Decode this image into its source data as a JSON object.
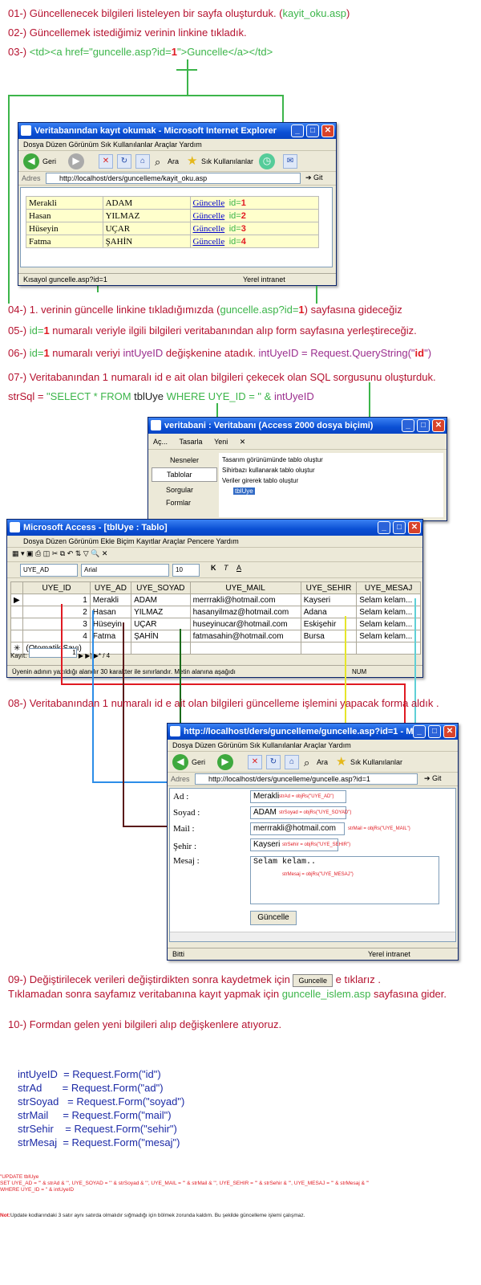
{
  "steps": {
    "s01a": "01-) Güncellenecek bilgileri listeleyen bir sayfa oluşturduk. (",
    "s01b": "kayit_oku.asp",
    "s01c": ")",
    "s02": "02-) Güncellemek istediğimiz verinin linkine tıkladık.",
    "s03a": "03-) ",
    "s03b": "<td><a href=\"guncelle.asp?id=",
    "s03c": "1",
    "s03d": "\">Guncelle</a></td>",
    "s04a": "04-) 1. verinin güncelle linkine tıkladığımızda (",
    "s04b": "guncelle.asp?id=",
    "s04c": "1",
    "s04d": ") sayfasına gideceğiz",
    "s05a": "05-) ",
    "s05b": "id=",
    "s05c": "1",
    "s05d": " numaralı veriyle ilgili bilgileri veritabanından alıp form sayfasına yerleştireceğiz.",
    "s06a": "06-) ",
    "s06b": "id=",
    "s06c": "1",
    "s06d": " numaralı veriyi ",
    "s06e": "intUyeID",
    "s06f": " değişkenine atadık. ",
    "s06g": "intUyeID = Request.QueryString(\"",
    "s06h": "id",
    "s06i": "\")",
    "s07": "07-) Veritabanından 1 numaralı id e ait olan bilgileri çekecek olan SQL sorgusunu oluşturduk.",
    "s07b1": "strSql = ",
    "s07b2": "\"SELECT * FROM ",
    "s07b3": "tblUye",
    "s07b4": " WHERE UYE_ID = \" & ",
    "s07b5": "intUyeID",
    "s08": "08-) Veritabanından 1 numaralı id e ait olan bilgileri güncelleme işlemini yapacak forma aldık .",
    "s09a": "09-) Değiştirilecek verileri değiştirdikten sonra kaydetmek için ",
    "s09btn": "Guncelle",
    "s09b": " e tıklarız .",
    "s09c": "Tıklamadan sonra sayfamız veritabanına kayıt yapmak için ",
    "s09d": "guncelle_islem.asp",
    "s09e": " sayfasına gider.",
    "s10": "10-) Formdan gelen yeni bilgileri alıp değişkenlere atıyoruz."
  },
  "ie1": {
    "title": "Veritabanından kayıt okumak - Microsoft Internet Explorer",
    "menu": "Dosya    Düzen    Görünüm    Sık Kullanılanlar    Araçlar    Yardım",
    "back": "Geri",
    "search": "Ara",
    "favs": "Sık Kullanılanlar",
    "addr_label": "Adres",
    "url": "http://localhost/ders/guncelleme/kayit_oku.asp",
    "go": "Git",
    "rows": [
      {
        "ad": "Merakli",
        "soyad": "ADAM",
        "link": "Güncelle",
        "id": "id=",
        "n": "1"
      },
      {
        "ad": "Hasan",
        "soyad": "YILMAZ",
        "link": "Güncelle",
        "id": "id=",
        "n": "2"
      },
      {
        "ad": "Hüseyin",
        "soyad": "UÇAR",
        "link": "Güncelle",
        "id": "id=",
        "n": "3"
      },
      {
        "ad": "Fatma",
        "soyad": "ŞAHİN",
        "link": "Güncelle",
        "id": "id=",
        "n": "4"
      }
    ],
    "status": "Kısayol guncelle.asp?id=1",
    "zone": "Yerel intranet"
  },
  "dbwin": {
    "title": "veritabani : Veritabanı (Access 2000 dosya biçimi)",
    "tb_open": "Aç...",
    "tb_design": "Tasarla",
    "tb_new": "Yeni",
    "nesneler": "Nesneler",
    "tablolar": "Tablolar",
    "sorgular": "Sorgular",
    "formlar": "Formlar",
    "items": [
      "Tasarım görünümünde tablo oluştur",
      "Sihirbazı kullanarak tablo oluştur",
      "Veriler girerek tablo oluştur"
    ],
    "tbl": "tblUye"
  },
  "access": {
    "title": "Microsoft Access - [tblUye : Tablo]",
    "menu": "Dosya   Düzen   Görünüm   Ekle   Biçim   Kayıtlar   Araçlar   Pencere   Yardım",
    "field": "UYE_AD",
    "font": "Arial",
    "size": "10",
    "headers": [
      "UYE_ID",
      "UYE_AD",
      "UYE_SOYAD",
      "UYE_MAIL",
      "UYE_SEHIR",
      "UYE_MESAJ"
    ],
    "rows": [
      [
        "1",
        "Merakli",
        "ADAM",
        "merrrakli@hotmail.com",
        "Kayseri",
        "Selam kelam..."
      ],
      [
        "2",
        "Hasan",
        "YILMAZ",
        "hasanyilmaz@hotmail.com",
        "Adana",
        "Selam kelam..."
      ],
      [
        "3",
        "Hüseyin",
        "UÇAR",
        "huseyinucar@hotmail.com",
        "Eskişehir",
        "Selam kelam..."
      ],
      [
        "4",
        "Fatma",
        "ŞAHİN",
        "fatmasahin@hotmail.com",
        "Bursa",
        "Selam kelam..."
      ]
    ],
    "newrow": "(Otomatik Sayı)",
    "nav_label": "Kayıt:",
    "nav_current": "1",
    "nav_total": "/ 4",
    "status": "Üyenin adının yazıldığı alandır 30 karakter ile sınırlandır. Metin alanına aşağıdı",
    "num": "NUM"
  },
  "ie2": {
    "title": "http://localhost/ders/guncelleme/guncelle.asp?id=1 - M...",
    "menu": "Dosya    Düzen    Görünüm    Sık Kullanılanlar    Araçlar    Yardım",
    "back": "Geri",
    "search": "Ara",
    "favs": "Sık Kullanılanlar",
    "addr_label": "Adres",
    "url": "http://localhost/ders/guncelleme/guncelle.asp?id=1",
    "go": "Git",
    "labels": {
      "ad": "Ad :",
      "soyad": "Soyad :",
      "mail": "Mail :",
      "sehir": "Şehir :",
      "mesaj": "Mesaj :"
    },
    "values": {
      "ad": "Merakli",
      "soyad": "ADAM",
      "mail": "merrrakli@hotmail.com",
      "sehir": "Kayseri",
      "mesaj": "Selam kelam.."
    },
    "rs": {
      "ad": "strAd = objRs(\"UYE_AD\")",
      "soyad": "strSoyad = objRs(\"UYE_SOYAD\")",
      "mail": "strMail = objRs(\"UYE_MAIL\")",
      "sehir": "strSehir = objRs(\"UYE_SEHIR\")",
      "mesaj": "strMesaj = objRs(\"UYE_MESAJ\")"
    },
    "button": "Güncelle",
    "status": "Bitti",
    "zone": "Yerel intranet"
  },
  "code": [
    "intUyeID  = Request.Form(\"id\")",
    "strAd       = Request.Form(\"ad\")",
    "strSoyad   = Request.Form(\"soyad\")",
    "strMail     = Request.Form(\"mail\")",
    "strSehir    = Request.Form(\"sehir\")",
    "strMesaj  = Request.Form(\"mesaj\")"
  ],
  "sql": [
    "\"UPDATE tblUye",
    "SET UYE_AD = '\" & strAd  & \"', UYE_SOYAD = '\" & strSoyad  & \"', UYE_MAIL = '\" & strMail  & \"', UYE_SEHIR = '\" & strSehir  & \"', UYE_MESAJ = '\" & strMesaj  & \"'",
    "WHERE UYE_ID = \" & intUyeID"
  ],
  "note_label": "Not:",
  "note": "Update kodlarındaki 3 satır aynı satırda olmalıdır sığmadığı için bölmek zorunda kaldım. Bu şekilde güncelleme işlemi çalışmaz."
}
